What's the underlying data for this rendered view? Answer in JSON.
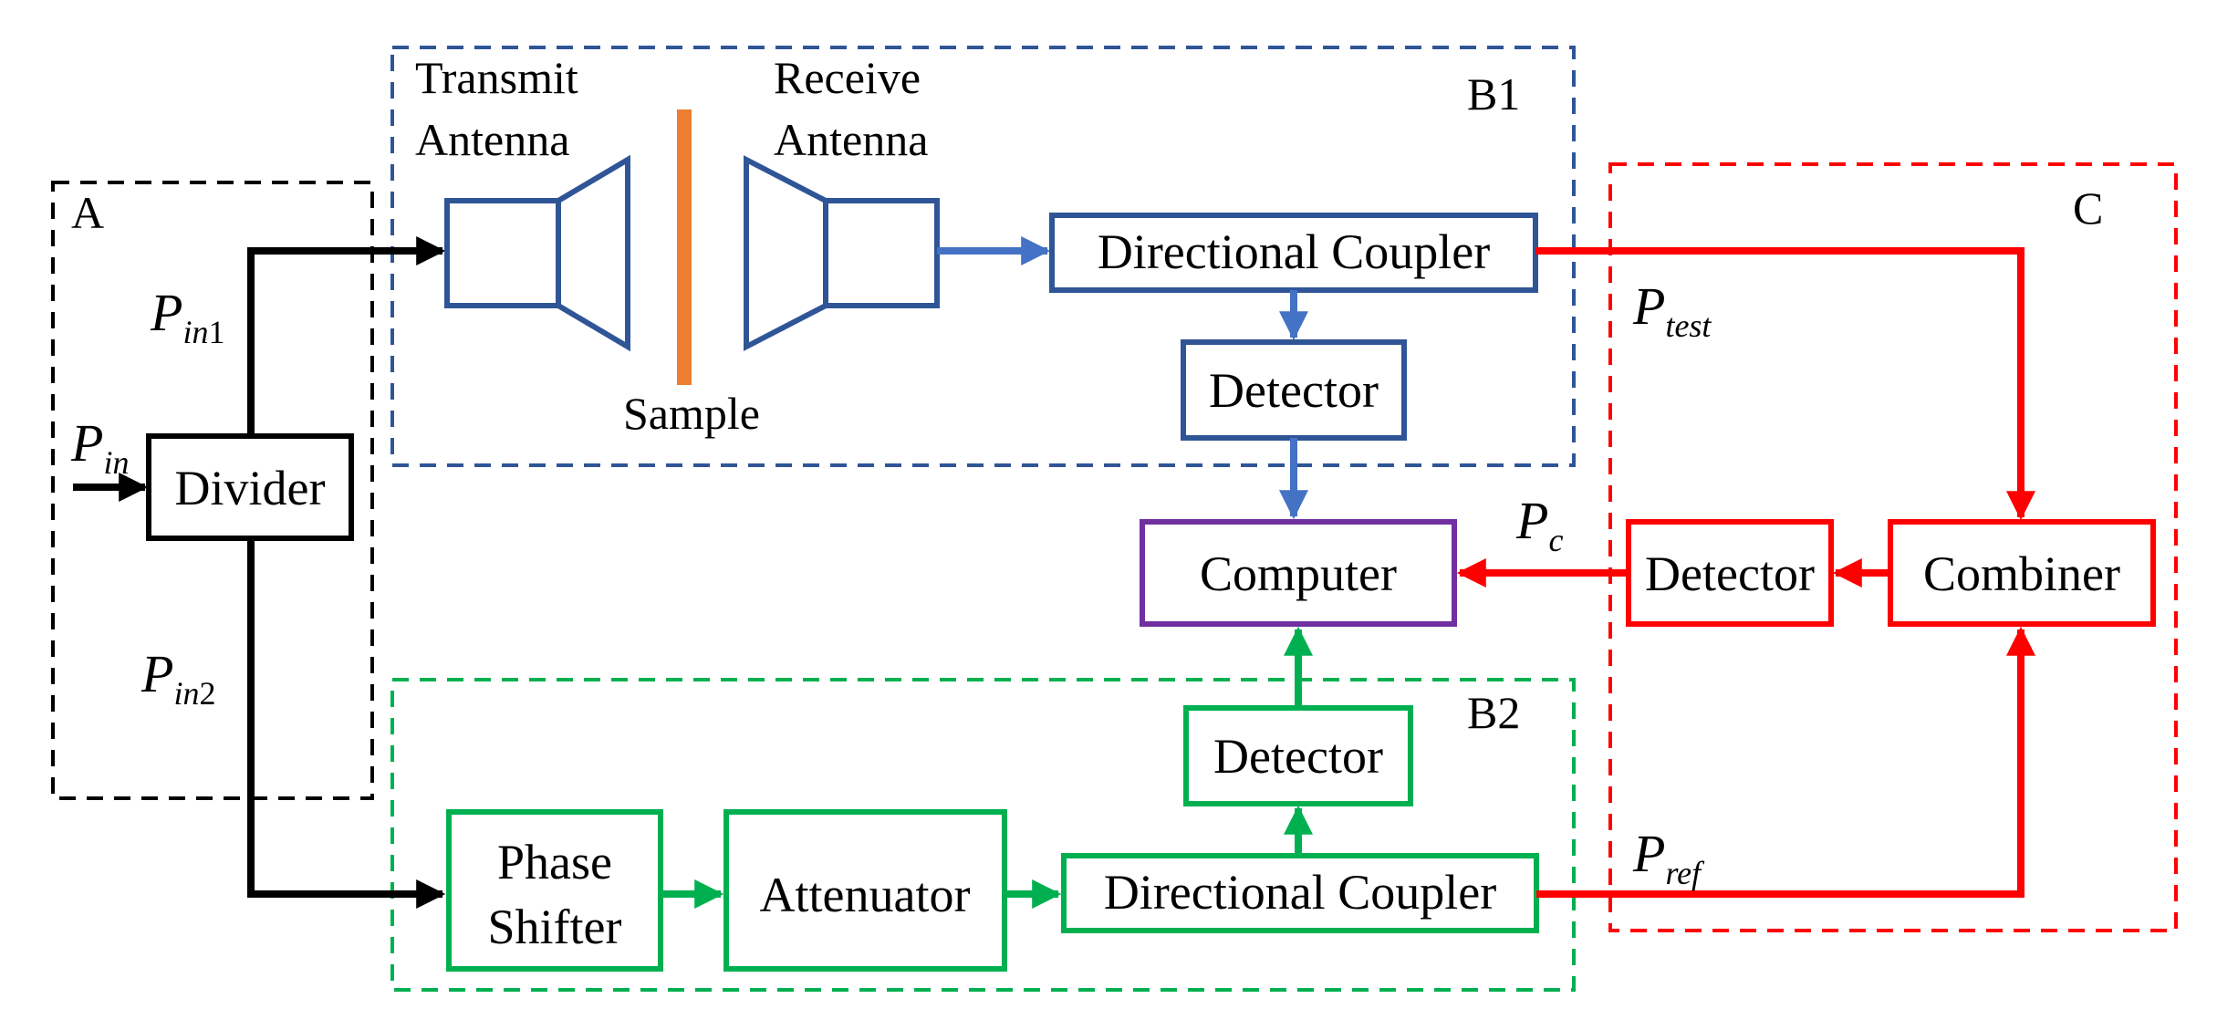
{
  "colors": {
    "group_a": "#000000",
    "group_b1": "#2f5597",
    "group_b2": "#00b050",
    "group_c": "#ff0000",
    "arrow_blue": "#4472c4",
    "computer": "#7030a0",
    "sample": "#ed7d31"
  },
  "groups": {
    "a": "A",
    "b1": "B1",
    "b2": "B2",
    "c": "C"
  },
  "components": {
    "transmit_antenna": [
      "Transmit",
      "Antenna"
    ],
    "receive_antenna": [
      "Receive",
      "Antenna"
    ],
    "sample": "Sample",
    "divider": "Divider",
    "directional_coupler_b1": "Directional Coupler",
    "detector_b1": "Detector",
    "computer": "Computer",
    "detector_c": "Detector",
    "combiner": "Combiner",
    "detector_b2": "Detector",
    "phase_shifter": [
      "Phase",
      "Shifter"
    ],
    "attenuator": "Attenuator",
    "directional_coupler_b2": "Directional Coupler"
  },
  "signals": {
    "p_in": {
      "symbol": "P",
      "sub": "in",
      "suffix": ""
    },
    "p_in1": {
      "symbol": "P",
      "sub": "in",
      "suffix": "1"
    },
    "p_in2": {
      "symbol": "P",
      "sub": "in",
      "suffix": "2"
    },
    "p_test": {
      "symbol": "P",
      "sub": "test",
      "suffix": ""
    },
    "p_ref": {
      "symbol": "P",
      "sub": "ref",
      "suffix": ""
    },
    "p_c": {
      "symbol": "P",
      "sub": "c",
      "suffix": ""
    }
  }
}
